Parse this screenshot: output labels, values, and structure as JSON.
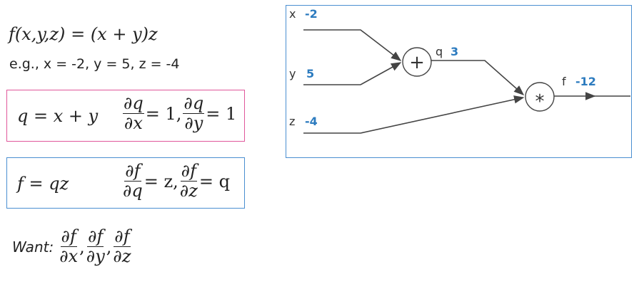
{
  "function": {
    "lhs": "f(x,y,z)",
    "eq": "=",
    "rhs": "(x + y)z"
  },
  "example": "e.g., x = -2, y = 5, z = -4",
  "box_q": {
    "equation": "q = x + y",
    "d1_num": "∂q",
    "d1_den": "∂x",
    "d1_val": "= 1,",
    "d2_num": "∂q",
    "d2_den": "∂y",
    "d2_val": "= 1",
    "border_color": "#e0579b"
  },
  "box_f": {
    "equation": "f = qz",
    "d1_num": "∂f",
    "d1_den": "∂q",
    "d1_val": "= z,",
    "d2_num": "∂f",
    "d2_den": "∂z",
    "d2_val": "= q",
    "border_color": "#4a8fd1"
  },
  "want": {
    "label": "Want:",
    "fracs": [
      {
        "num": "∂f",
        "den": "∂x"
      },
      {
        "num": "∂f",
        "den": "∂y"
      },
      {
        "num": "∂f",
        "den": "∂z"
      }
    ],
    "comma": ","
  },
  "graph": {
    "inputs": [
      {
        "name": "x",
        "value": "-2"
      },
      {
        "name": "y",
        "value": "5"
      },
      {
        "name": "z",
        "value": "-4"
      }
    ],
    "add_node": {
      "op": "+",
      "out_name": "q",
      "out_value": "3"
    },
    "mul_node": {
      "op": "*",
      "out_name": "f",
      "out_value": "-12"
    },
    "value_color": "#2c7bbf",
    "border_color": "#4a8fd1"
  }
}
